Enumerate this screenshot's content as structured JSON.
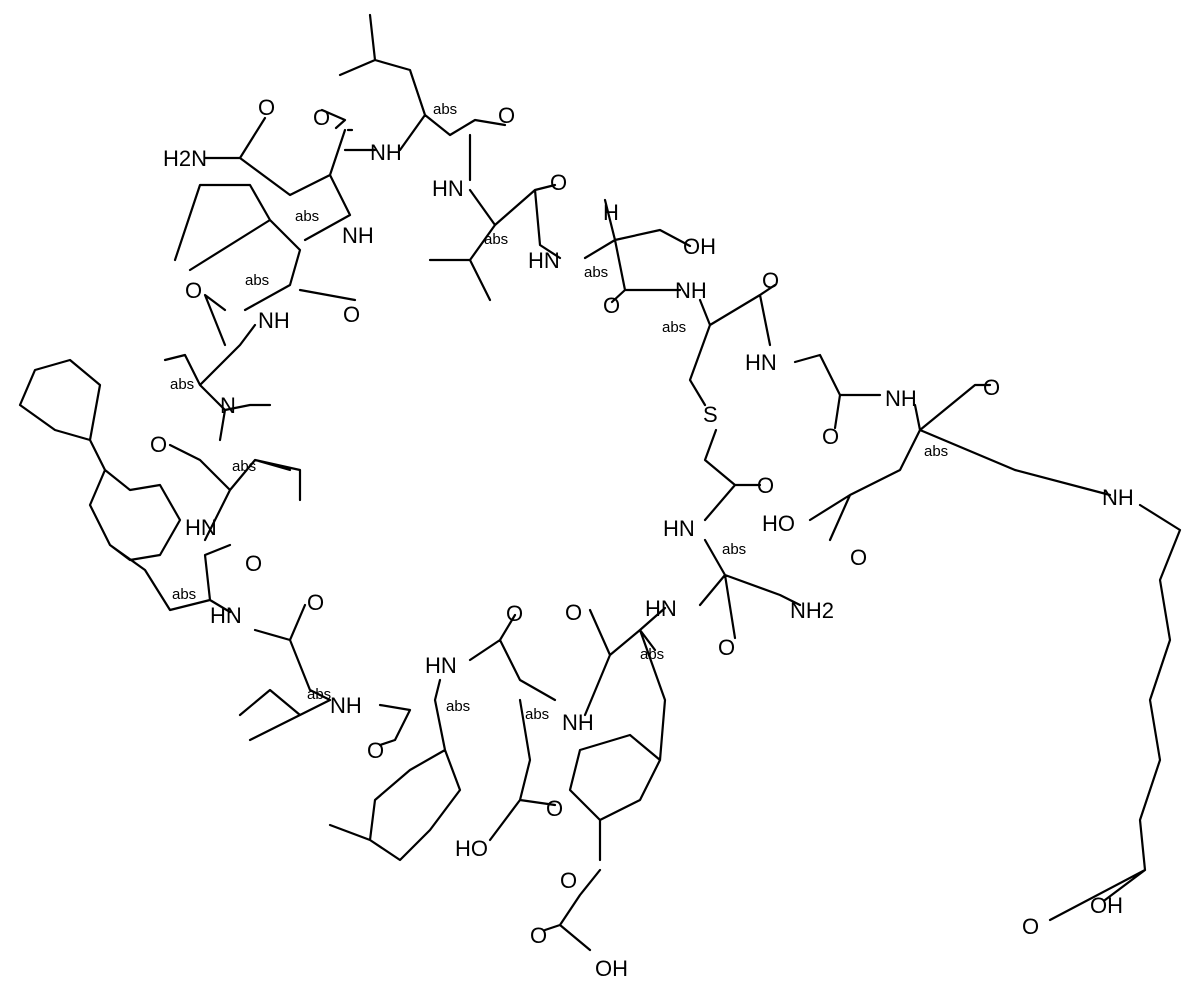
{
  "diagram": {
    "type": "chemical-structure",
    "description_labels": {
      "stereo": "abs",
      "H2N": "H2N",
      "NH2": "NH2",
      "NH": "NH",
      "HN": "HN",
      "N": "N",
      "O": "O",
      "OH": "OH",
      "HO": "HO",
      "H": "H",
      "S": "S"
    }
  }
}
